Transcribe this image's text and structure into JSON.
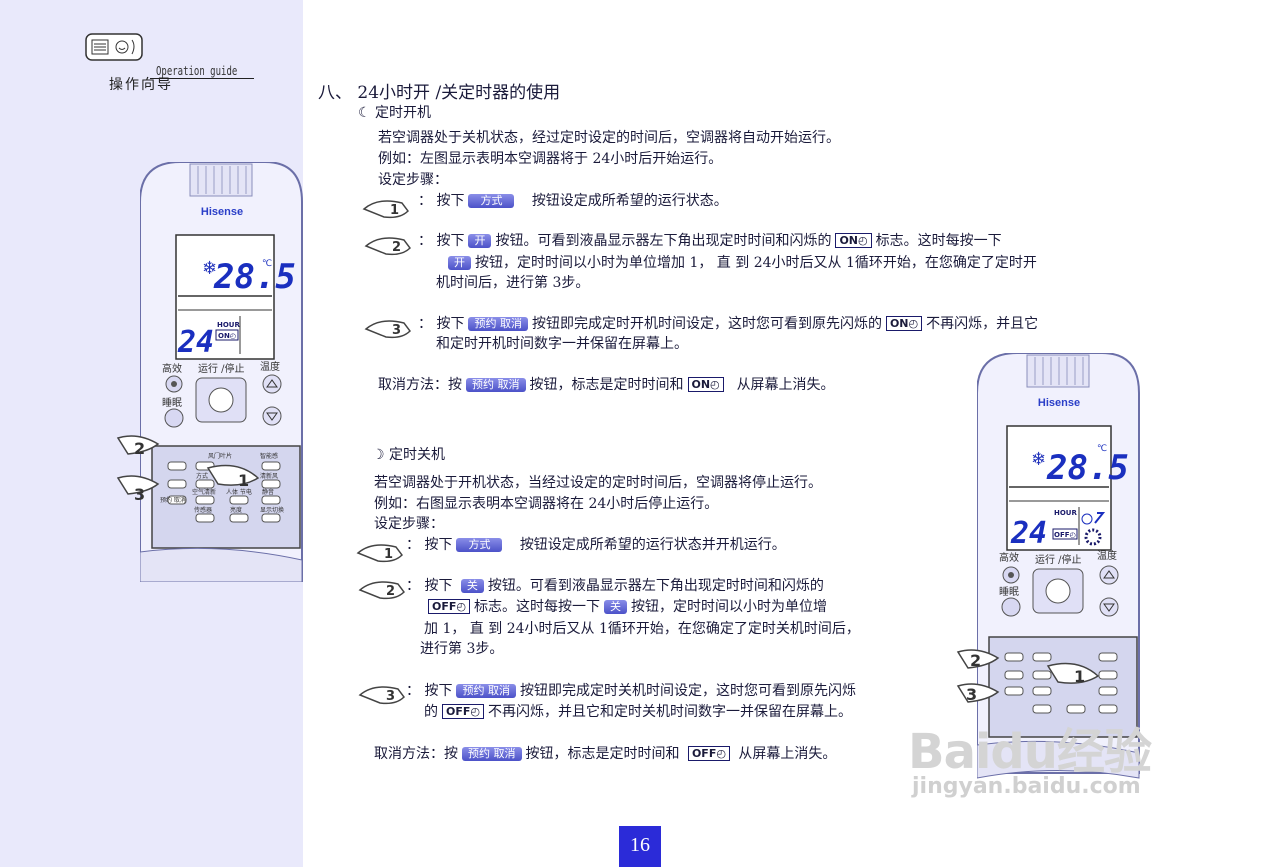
{
  "header": {
    "guide_en": "Operation guide",
    "guide_cn": "操作向导"
  },
  "section": {
    "title": "八、 24小时开 /关定时器的使用"
  },
  "timer_on": {
    "title": "☾ 定时开机",
    "intro1": "若空调器处于关机状态，经过定时设定的时间后，空调器将自动开始运行。",
    "intro2": "例如：左图显示表明本空调器将于 24小时后开始运行。",
    "steps_label": "设定步骤：",
    "s1a": "按下",
    "s1b": "按钮设定成所希望的运行状态。",
    "s2a": "按下",
    "s2b": "按钮。可看到液晶显示器左下角出现定时时间和闪烁的",
    "s2c": "标志。这时每按一下",
    "s2d": "按钮，定时时间以小时为单位增加 1， 直 到 24小时后又从 1循环开始，在您确定了定时开",
    "s2e": "机时间后，进行第 3步。",
    "s3a": "按下",
    "s3b": "按钮即完成定时开机时间设定，这时您可看到原先闪烁的",
    "s3c": "不再闪烁，并且它",
    "s3d": "和定时开机时间数字一并保留在屏幕上。",
    "cancel_a": "取消方法：按",
    "cancel_b": "按钮，标志是定时时间和",
    "cancel_c": "从屏幕上消失。"
  },
  "timer_off": {
    "title": "☽ 定时关机",
    "intro1": "若空调器处于开机状态，当经过设定的定时时间后，空调器将停止运行。",
    "intro2": "例如：右图显示表明本空调器将在 24小时后停止运行。",
    "steps_label": "设定步骤：",
    "s1a": "按下",
    "s1b": "按钮设定成所希望的运行状态并开机运行。",
    "s2a": "按下",
    "s2b": "按钮。可看到液晶显示器左下角出现定时时间和闪烁的",
    "s2c": "标志。这时每按一下",
    "s2d": "按钮，定时时间以小时为单位增",
    "s2e": "加   1，  直 到 24小时后又从 1循环开始，在您确定了定时关机时间后，",
    "s2f": "进行第 3步。",
    "s3a": "按下",
    "s3b": "按钮即完成定时关机时间设定，这时您可看到原先闪烁",
    "s3c": "的",
    "s3d": "不再闪烁，并且它和定时关机时间数字一并保留在屏幕上。",
    "cancel_a": "取消方法：按",
    "cancel_b": "按钮，标志是定时时间和",
    "cancel_c": "从屏幕上消失。"
  },
  "buttons": {
    "mode": "方式",
    "on": "开",
    "off": "关",
    "timer_cancel": "预约 取消"
  },
  "indicators": {
    "on": "ON◴",
    "off": "OFF◴"
  },
  "step_numbers": [
    "1",
    "2",
    "3"
  ],
  "remote_left": {
    "brand": "Hisense",
    "temp": "28.5",
    "unit": "℃",
    "hours": "24",
    "hour_label": "HOUR",
    "on_label": "ON◴",
    "labels": {
      "hi": "高效",
      "run": "运行 /停止",
      "temp": "温度",
      "sleep": "睡眠"
    },
    "keys": [
      "风门叶片",
      "智能感",
      "方式",
      "清新风",
      "预约 取消",
      "空气清新",
      "人体 节电",
      "静音",
      "传感器",
      "亮度",
      "显示切换"
    ],
    "callouts": [
      "1",
      "2",
      "3"
    ]
  },
  "remote_right": {
    "brand": "Hisense",
    "temp": "28.5",
    "unit": "℃",
    "hours": "24",
    "hour_label": "HOUR",
    "off_label": "OFF◴",
    "labels": {
      "hi": "高效",
      "run": "运行 /停止",
      "temp": "温度",
      "sleep": "睡眠"
    },
    "callouts": [
      "1",
      "2",
      "3"
    ]
  },
  "page_number": "16",
  "watermark": {
    "main": "Baidu经验",
    "url": "jingyan.baidu.com"
  }
}
